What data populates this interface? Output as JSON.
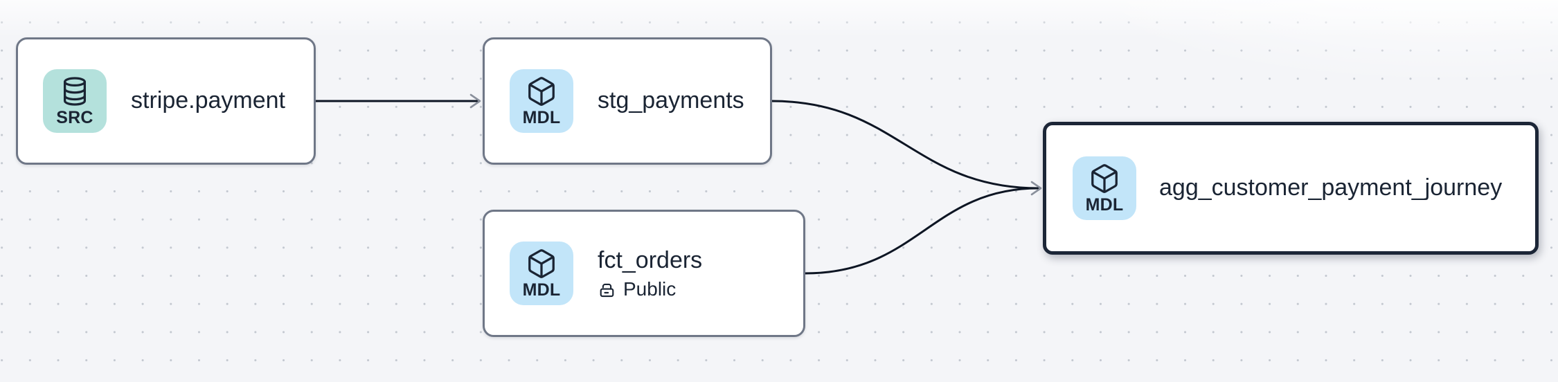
{
  "diagram": {
    "nodes": [
      {
        "badge": "SRC",
        "label": "stripe.payment",
        "type": "source",
        "selected": false
      },
      {
        "badge": "MDL",
        "label": "stg_payments",
        "type": "model",
        "selected": false
      },
      {
        "badge": "MDL",
        "label": "fct_orders",
        "type": "model",
        "access": "Public",
        "selected": false
      },
      {
        "badge": "MDL",
        "label": "agg_customer_payment_journey",
        "type": "model",
        "selected": true
      }
    ],
    "edges": [
      {
        "from": "stripe.payment",
        "to": "stg_payments"
      },
      {
        "from": "stg_payments",
        "to": "agg_customer_payment_journey"
      },
      {
        "from": "fct_orders",
        "to": "agg_customer_payment_journey"
      }
    ]
  },
  "theme": {
    "background": "#f4f5f8",
    "grid_dot": "#c3c8d0",
    "node_background": "#ffffff",
    "node_border": "#6f7787",
    "selected_node_border": "#1c2637",
    "text": "#1a2433",
    "source_badge_background": "#b4e1dc",
    "model_badge_background": "#c2e5f9",
    "edge_stroke": "#0d1523",
    "arrowhead": "#8a909c"
  }
}
